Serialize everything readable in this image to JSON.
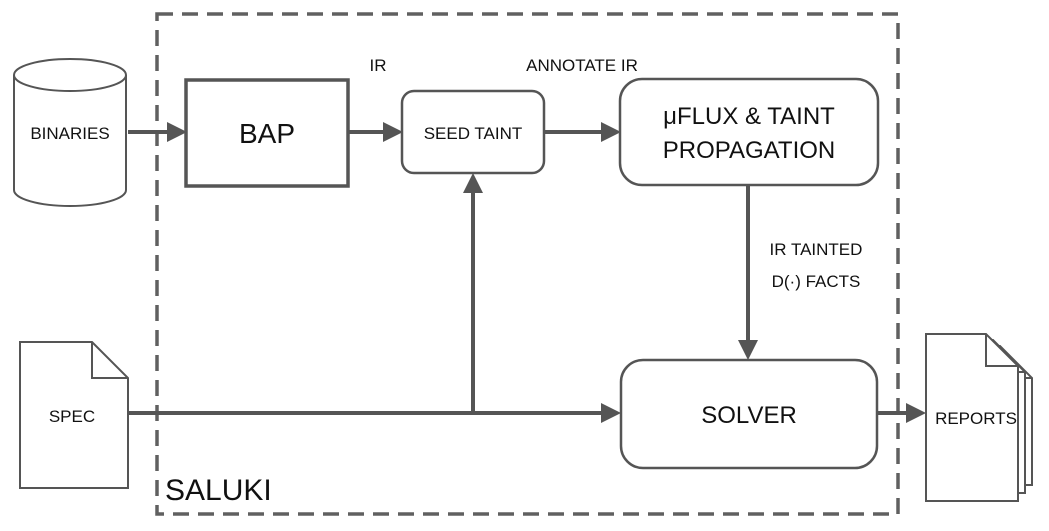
{
  "diagram": {
    "container_label": "SALUKI",
    "inputs": {
      "binaries": "BINARIES",
      "spec": "SPEC"
    },
    "output": {
      "reports": "REPORTS"
    },
    "nodes": {
      "bap": "BAP",
      "seed_taint": "SEED TAINT",
      "propagation_line1": "μFLUX & TAINT",
      "propagation_line2": "PROPAGATION",
      "solver": "SOLVER"
    },
    "edge_labels": {
      "ir": "IR",
      "annotate_ir": "ANNOTATE IR",
      "tainted_line1": "IR TAINTED",
      "tainted_line2": "D(·) FACTS"
    },
    "colors": {
      "stroke": "#555555",
      "dashed_border": "#606060",
      "text": "#111111",
      "fill": "#ffffff"
    }
  }
}
